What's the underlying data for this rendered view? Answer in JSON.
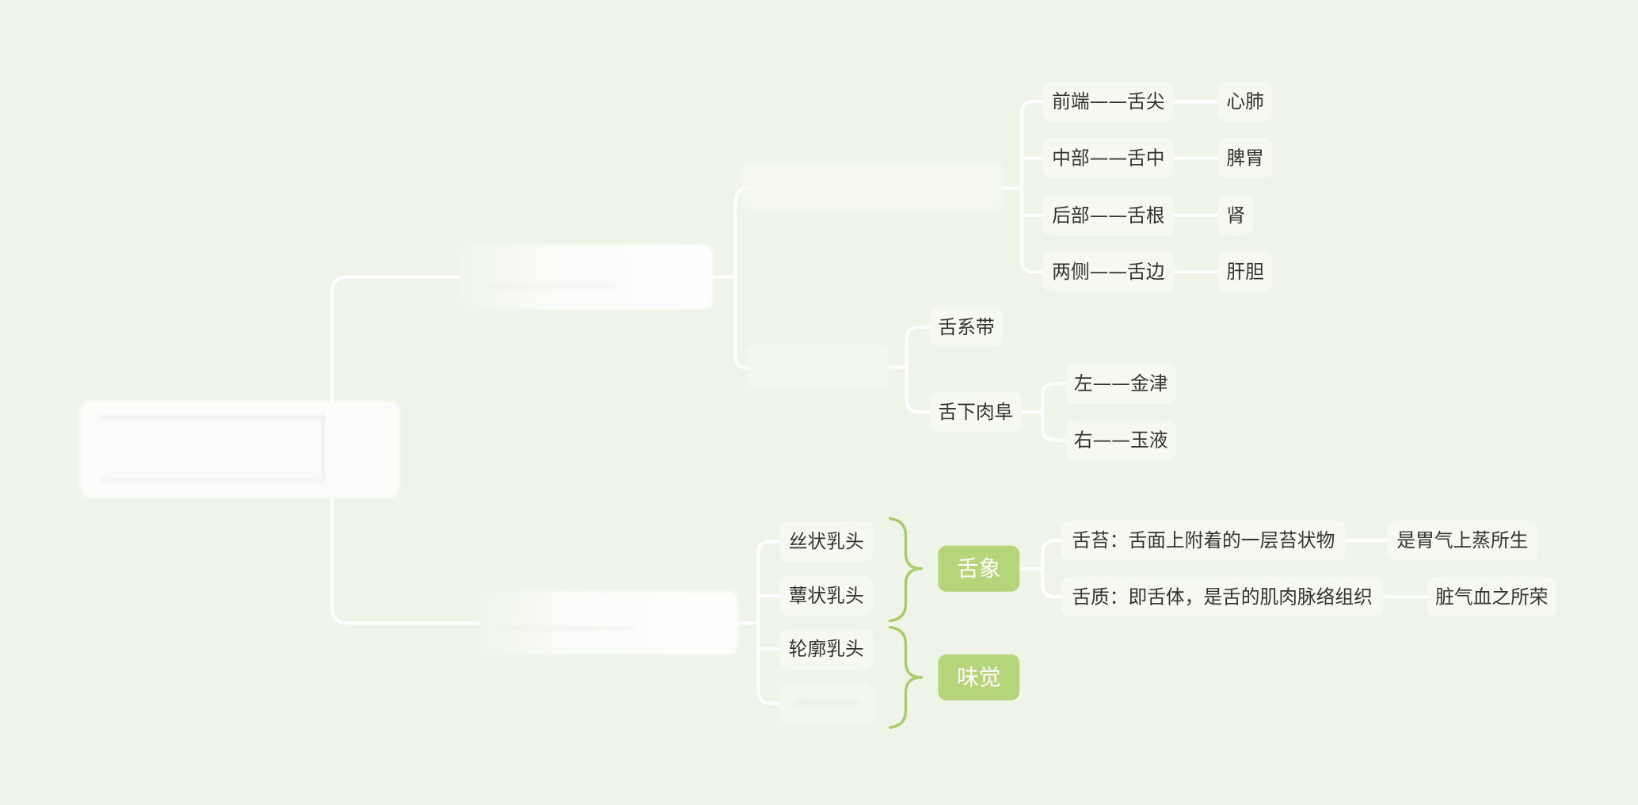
{
  "colors": {
    "background": "#eef5e8",
    "connector": "#ffffff",
    "node_fill": "#f5f9f0",
    "accent": "#b6d57a",
    "brace": "#a9cc6a",
    "text": "#333333"
  },
  "mindmap": {
    "top": {
      "regions": [
        {
          "label": "前端——舌尖",
          "organ": "心肺"
        },
        {
          "label": "中部——舌中",
          "organ": "脾胃"
        },
        {
          "label": "后部——舌根",
          "organ": "肾"
        },
        {
          "label": "两侧——舌边",
          "organ": "肝胆"
        }
      ],
      "underside": {
        "first": "舌系带",
        "second": "舌下肉阜",
        "second_children": [
          "左——金津",
          "右——玉液"
        ]
      }
    },
    "bottom": {
      "papillae": [
        "丝状乳头",
        "蕈状乳头",
        "轮廓乳头"
      ],
      "appearance": {
        "label": "舌象",
        "items": [
          {
            "label": "舌苔：舌面上附着的一层苔状物",
            "note": "是胃气上蒸所生"
          },
          {
            "label": "舌质：即舌体，是舌的肌肉脉络组织",
            "note": "脏气血之所荣"
          }
        ]
      },
      "taste": {
        "label": "味觉"
      }
    }
  }
}
